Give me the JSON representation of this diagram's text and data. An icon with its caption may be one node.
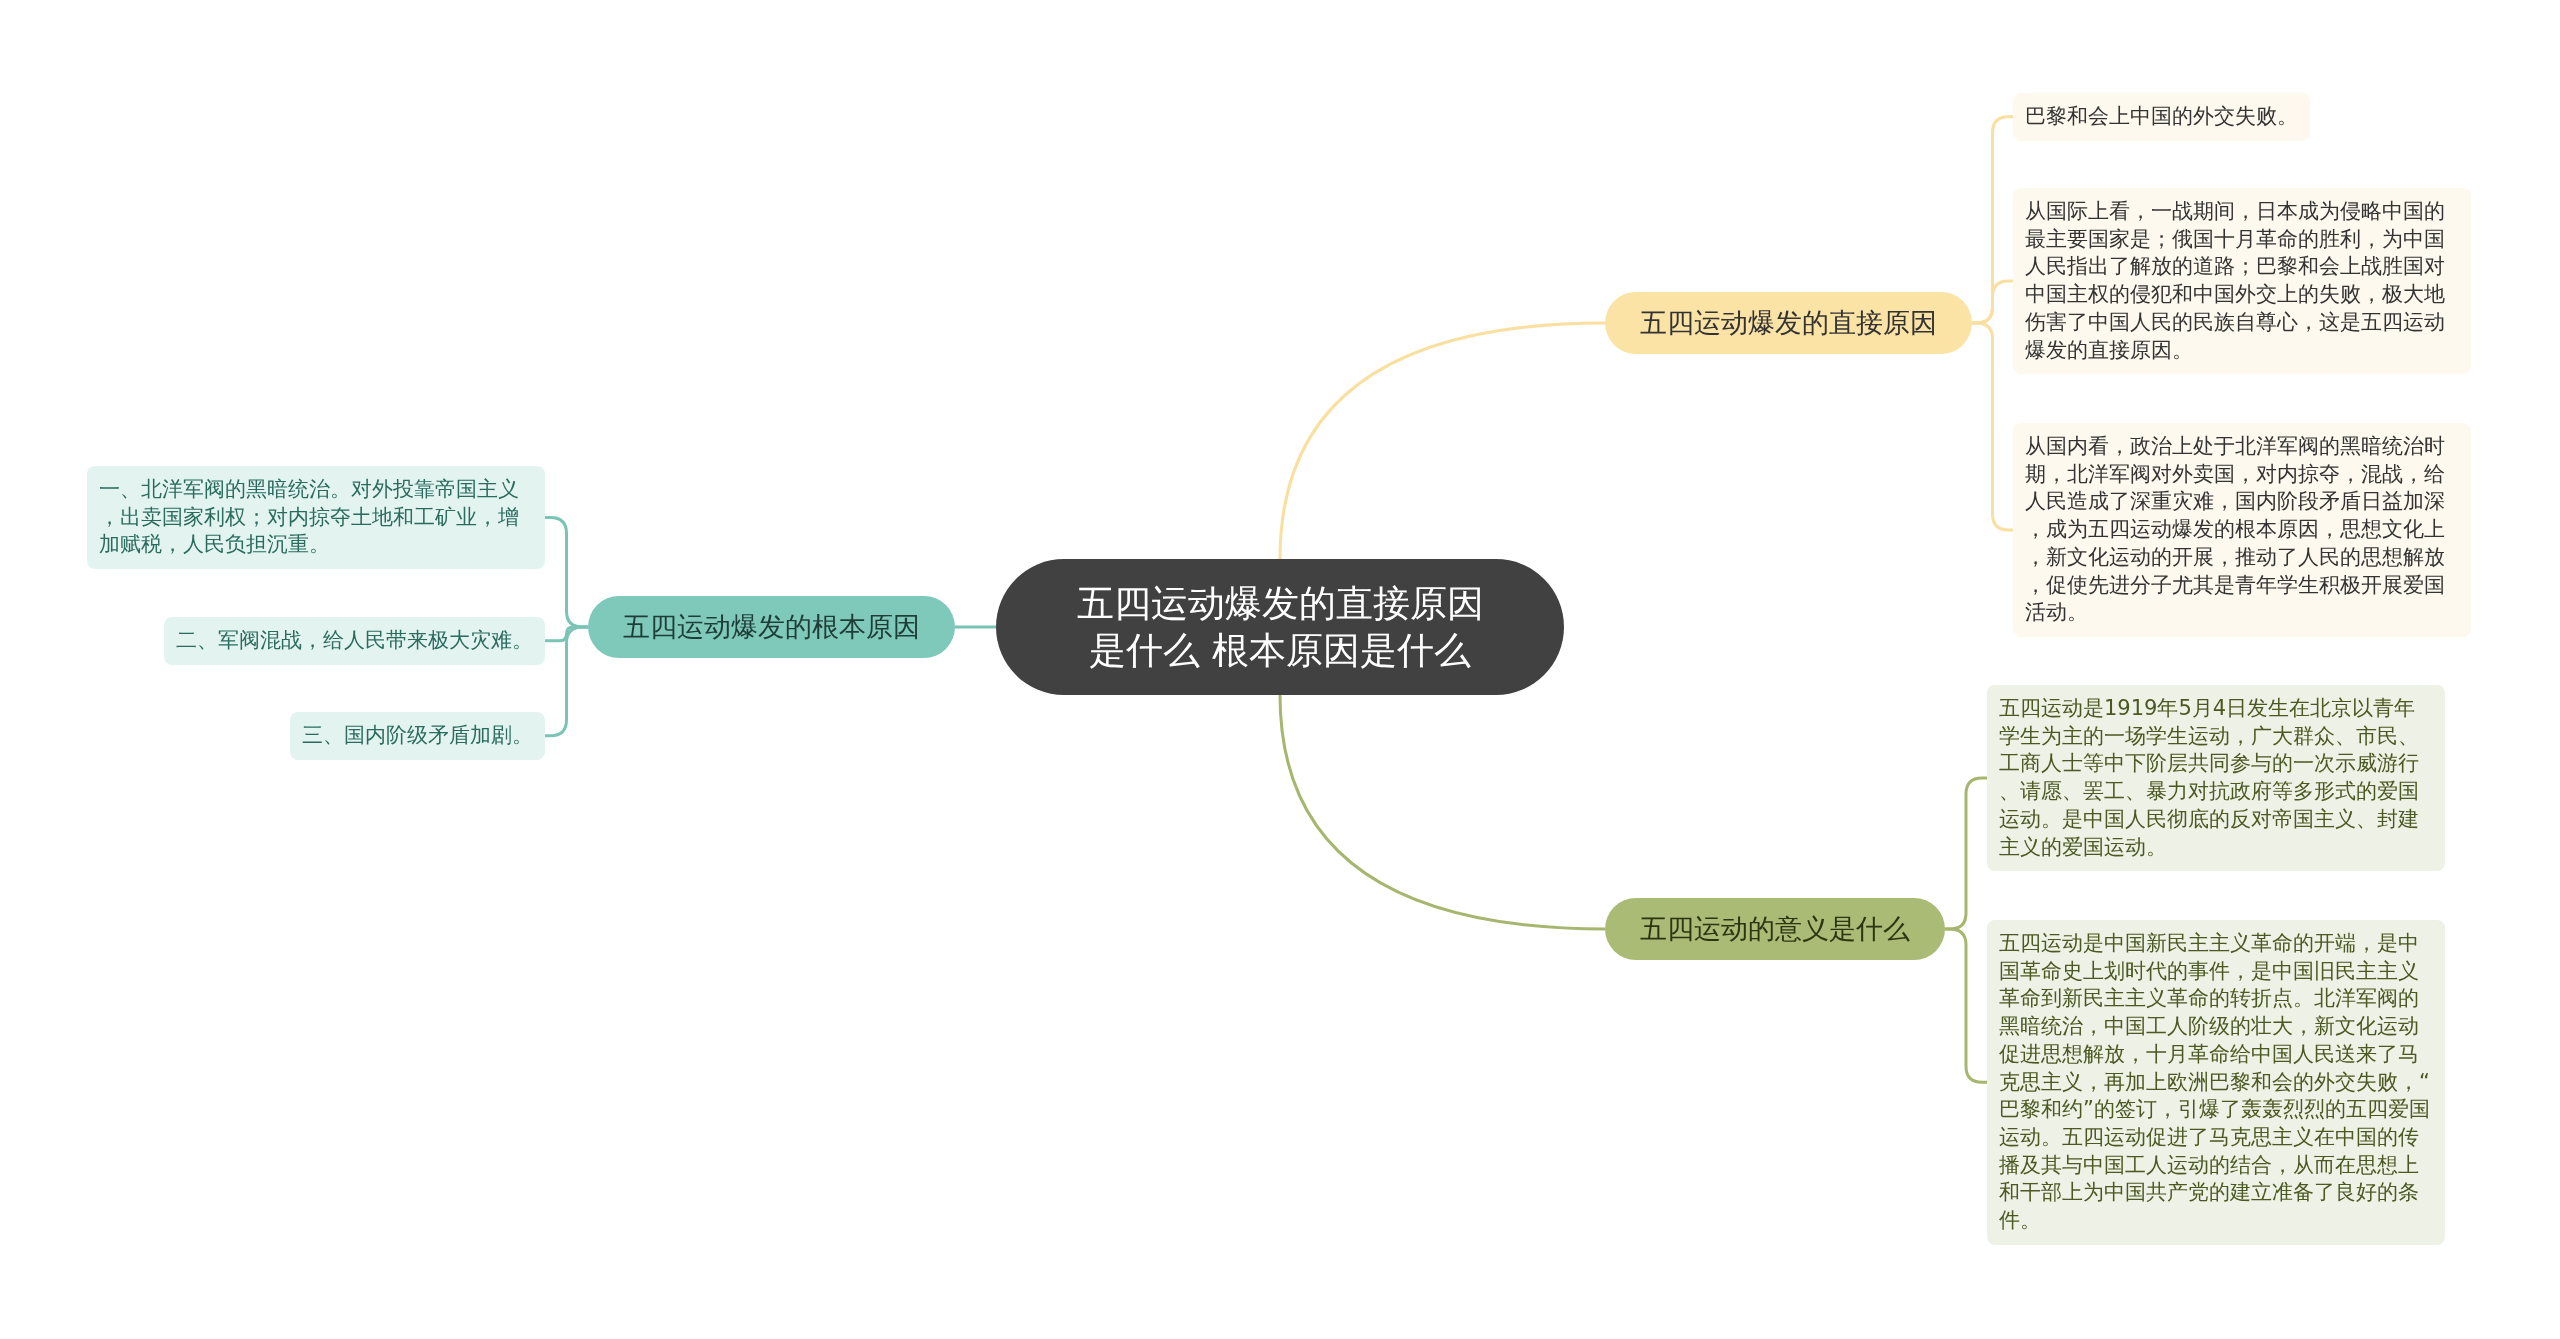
{
  "diagram": {
    "nodes": [
      {
        "text": [
          "五四运动爆发的直接原因是什么 根本原因是什么"
        ]
      },
      {
        "text": [
          "五四运动爆发的直接原因"
        ]
      },
      {
        "text": [
          "巴黎和会上中国的外交失败。"
        ]
      },
      {
        "text": [
          "从国际上看，一战期间，日本成为侵略中国的最主要国家是；俄国十月革命的胜利，为中国人民指出了解放的道路；巴黎和会上战胜国对中国主权的侵犯和中国外交上的失败，极大地伤害了中国人民的民族自尊心，这是五四运动爆发的直接原因。"
        ]
      },
      {
        "text": [
          "从国内看，政治上处于北洋军阀的黑暗统治时期，北洋军阀对外卖国，对内掠夺，混战，给人民造成了深重灾难，国内阶段矛盾日益加深，成为五四运动爆发的根本原因，思想文化上，新文化运动的开展，推动了人民的思想解放，促使先进分子尤其是青年学生积极开展爱国活动。"
        ]
      },
      {
        "text": [
          "五四运动的意义是什么"
        ]
      },
      {
        "text": [
          "五四运动是1919年5月4日发生在北京以青年学生为主的一场学生运动，广大群众、市民、工商人士等中下阶层共同参与的一次示威游行、请愿、罢工、暴力对抗政府等多形式的爱国运动。是中国人民彻底的反对帝国主义、封建主义的爱国运动。"
        ]
      },
      {
        "text": [
          "五四运动是中国新民主主义革命的开端，是中国革命史上划时代的事件，是中国旧民主主义革命到新民主主义革命的转折点。北洋军阀的黑暗统治，中国工人阶级的壮大，新文化运动促进思想解放，十月革命给中国人民送来了马克思主义，再加上欧洲巴黎和会的外交失败，“巴黎和约”的签订，引爆了轰轰烈烈的五四爱国运动。五四运动促进了马克思主义在中国的传播及其与中国工人运动的结合，从而在思想上和干部上为中国共产党的建立准备了良好的条件。"
        ]
      },
      {
        "text": [
          "五四运动爆发的根本原因"
        ]
      },
      {
        "text": [
          "一、北洋军阀的黑暗统治。对外投靠帝国主义，出卖国家利权；对内掠夺土地和工矿业，增加赋税，人民负担沉重。"
        ]
      },
      {
        "text": [
          "二、军阀混战，给人民带来极大灾难。"
        ]
      },
      {
        "text": [
          "三、国内阶级矛盾加剧。"
        ]
      }
    ],
    "edges": [
      {
        "from": 0,
        "to": 1,
        "arrow": "none",
        "color": "#f9dfa0"
      },
      {
        "from": 1,
        "to": 2,
        "arrow": "none",
        "color": "#f9dfa0"
      },
      {
        "from": 1,
        "to": 3,
        "arrow": "none",
        "color": "#f9dfa0"
      },
      {
        "from": 1,
        "to": 4,
        "arrow": "none",
        "color": "#f9dfa0"
      },
      {
        "from": 0,
        "to": 5,
        "arrow": "none",
        "color": "#a6b66e"
      },
      {
        "from": 5,
        "to": 6,
        "arrow": "none",
        "color": "#a6b66e"
      },
      {
        "from": 5,
        "to": 7,
        "arrow": "none",
        "color": "#a6b66e"
      },
      {
        "from": 0,
        "to": 8,
        "arrow": "none",
        "color": "#7ac4b6"
      },
      {
        "from": 8,
        "to": 9,
        "arrow": "none",
        "color": "#7ac4b6"
      },
      {
        "from": 8,
        "to": 10,
        "arrow": "none",
        "color": "#7ac4b6"
      },
      {
        "from": 8,
        "to": 11,
        "arrow": "none",
        "color": "#7ac4b6"
      }
    ]
  }
}
